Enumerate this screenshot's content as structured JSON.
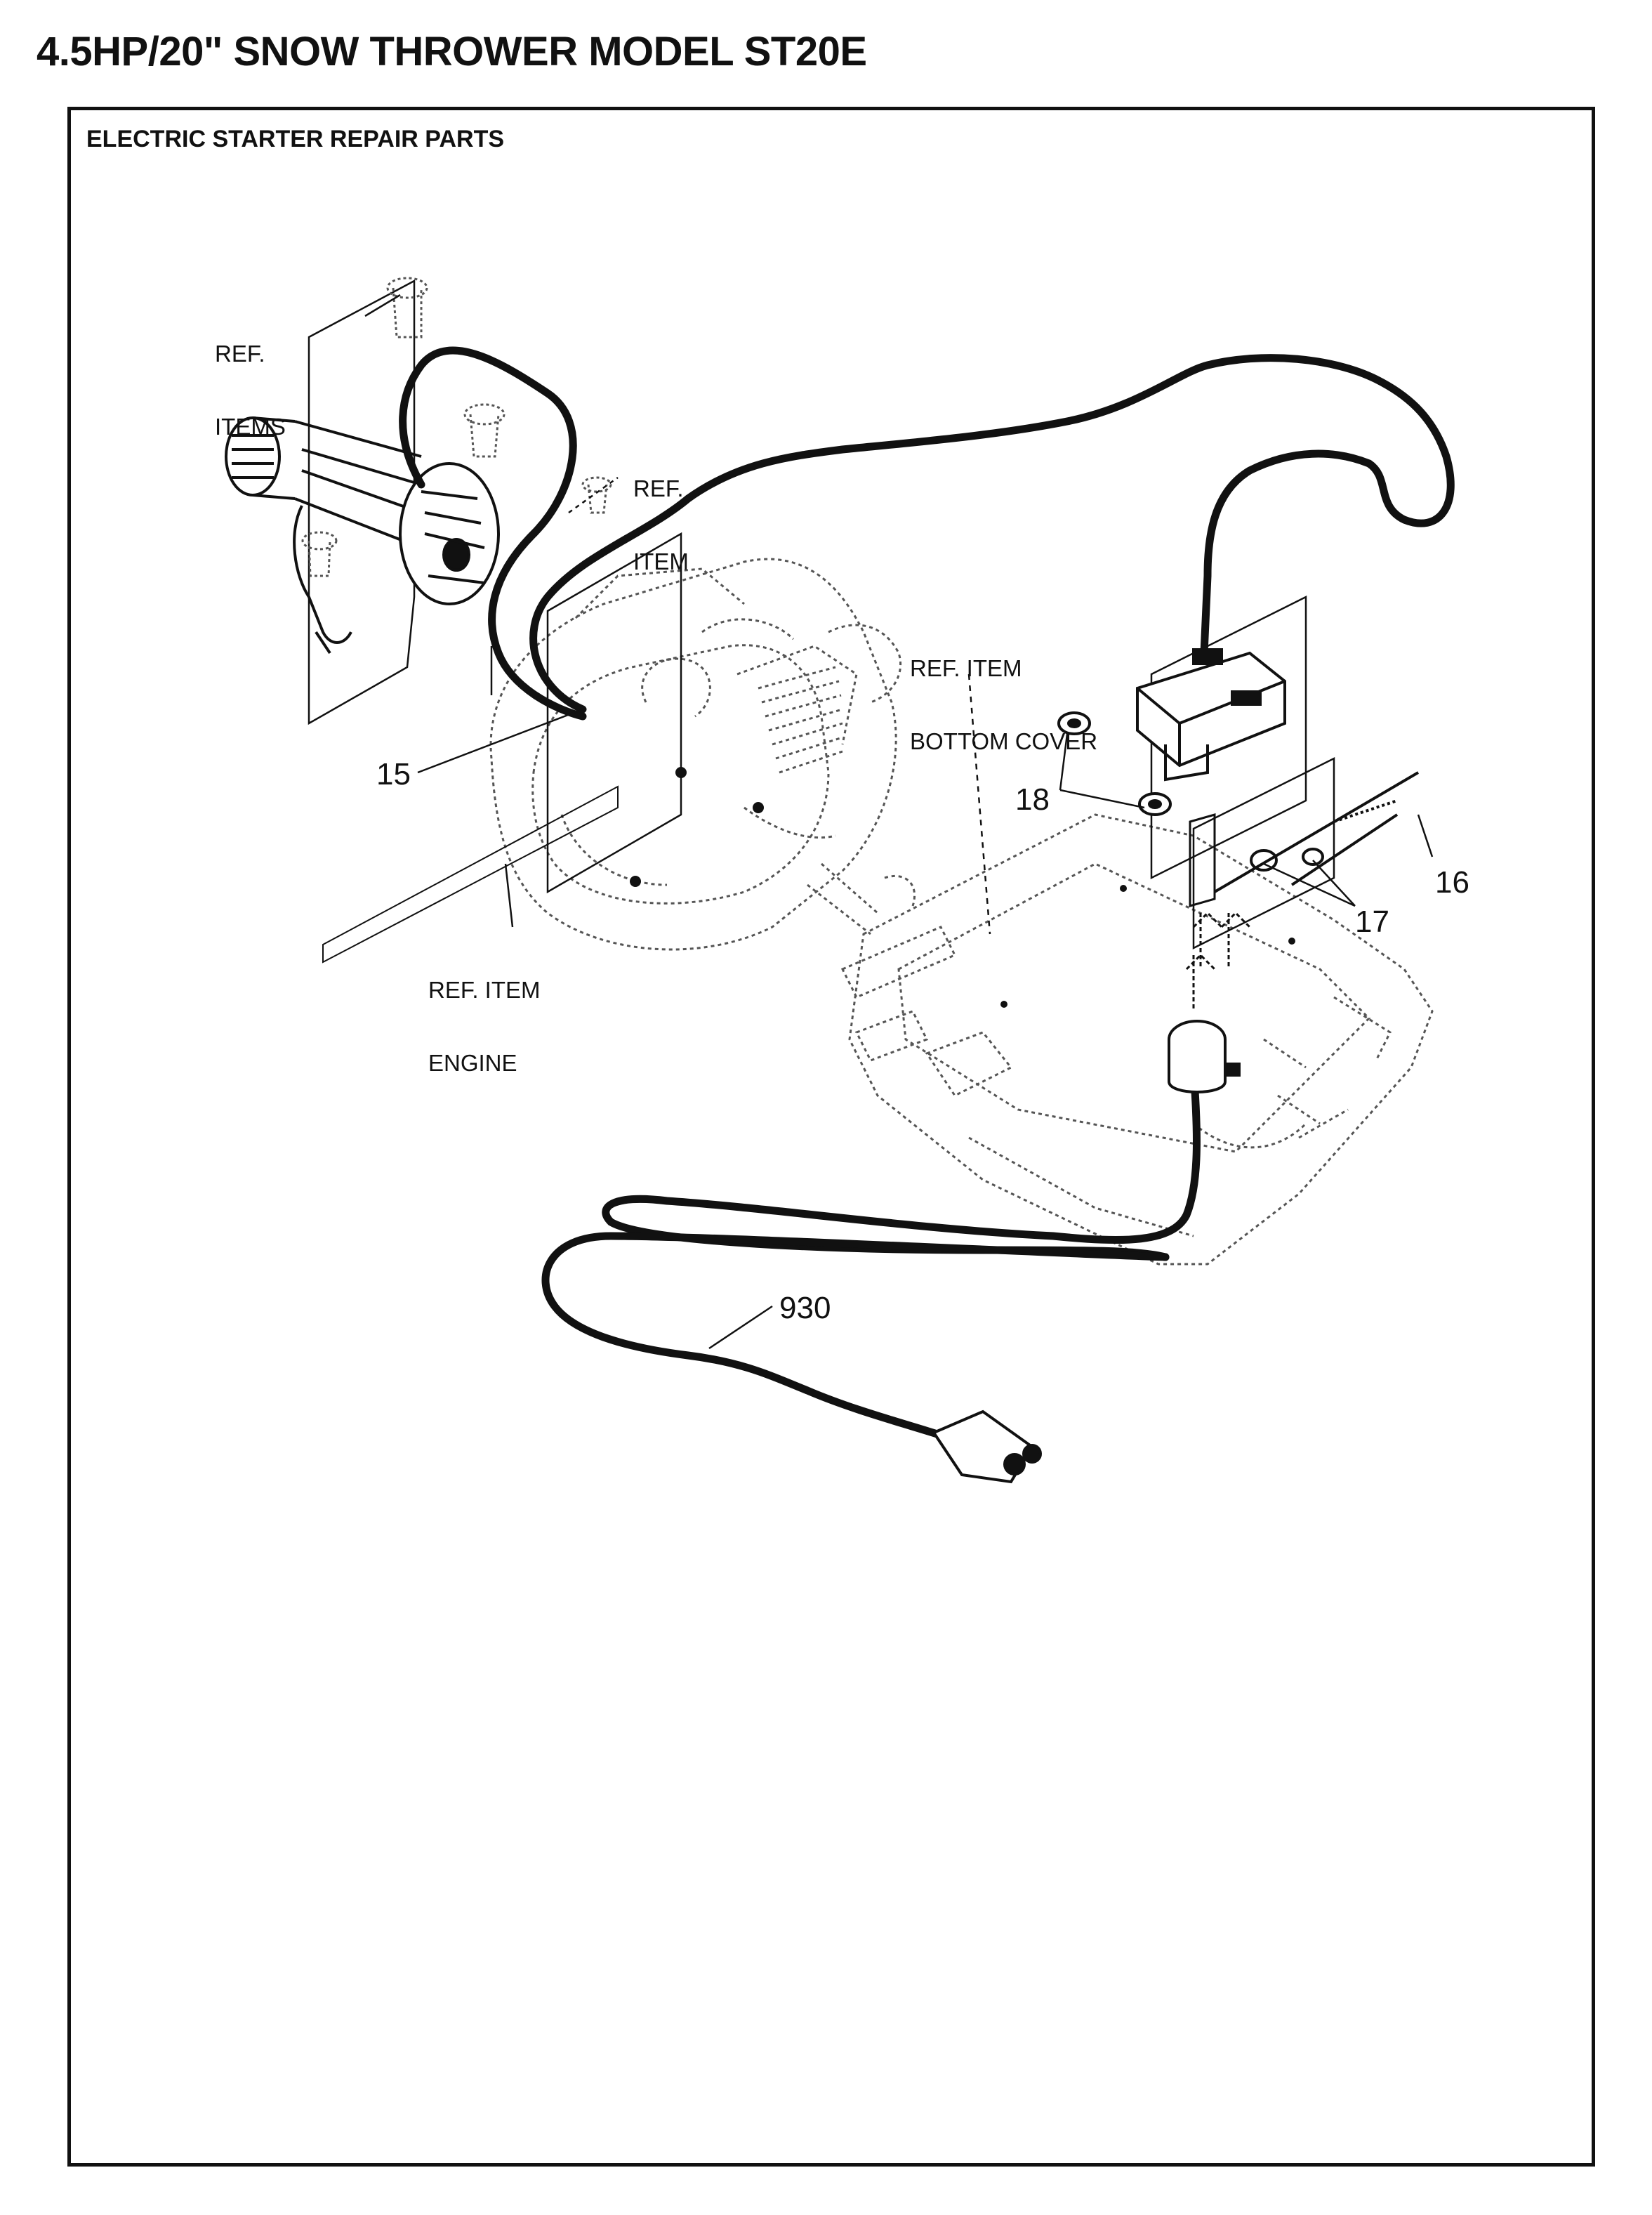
{
  "header": {
    "title": "4.5HP/20\" SNOW THROWER MODEL ST20E"
  },
  "section": {
    "title": "ELECTRIC STARTER  REPAIR PARTS"
  },
  "callouts": {
    "ref_items": [
      "REF.",
      "ITEMS"
    ],
    "ref_item": [
      "REF.",
      "ITEM"
    ],
    "ref_item_bottom_cover": [
      "REF. ITEM",
      "BOTTOM COVER"
    ],
    "ref_item_engine": [
      "REF. ITEM",
      "ENGINE"
    ],
    "p15": "15",
    "p16": "16",
    "p17": "17",
    "p18": "18",
    "p930": "930"
  },
  "colors": {
    "ink": "#111111",
    "paper": "#ffffff",
    "dotted": "#555555"
  }
}
